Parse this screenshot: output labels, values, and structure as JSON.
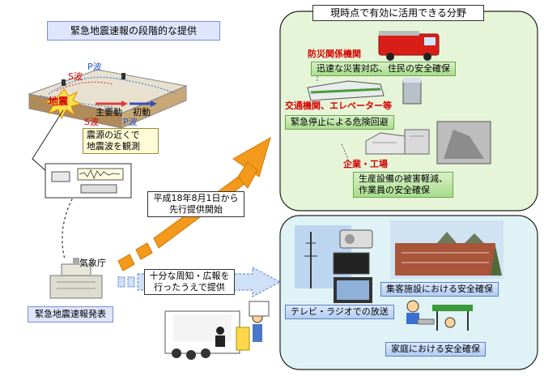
{
  "title": "緊急地震速報の段階的な提供",
  "left": {
    "wave_p1": "P波",
    "wave_s1": "S波",
    "quake": "地震",
    "main_motion": "主要動",
    "initial_motion": "初動",
    "wave_s2": "S波",
    "wave_p2": "P波",
    "observe_line1": "震源の近くで",
    "observe_line2": "地震波を観測",
    "jma": "気象庁",
    "announce": "緊急地震速報発表"
  },
  "arrows": {
    "start_line1": "平成18年8月1日から",
    "start_line2": "先行提供開始",
    "full_line1": "十分な周知・広報を",
    "full_line2": "行ったうえで提供"
  },
  "top_panel": {
    "title": "現時点で有効に活用できる分野",
    "sec1_head": "防災関係機関",
    "sec1_text": "迅速な災害対応、住民の安全確保",
    "sec2_head": "交通機関、エレベーター等",
    "sec2_text": "緊急停止による危険回避",
    "sec3_head": "企業・工場",
    "sec3_text_line1": "生産設備の被害軽減、",
    "sec3_text_line2": "作業員の安全確保"
  },
  "bottom_panel": {
    "facility": "集客施設における安全確保",
    "broadcast": "テレビ・ラジオでの放送",
    "home": "家庭における安全確保"
  },
  "colors": {
    "panel_top": "#e6f5d8",
    "panel_bottom": "#dff3f6",
    "arrow_orange": "#f39a1c",
    "arrow_blue": "#cfe0f7",
    "red_text": "#d40000"
  }
}
